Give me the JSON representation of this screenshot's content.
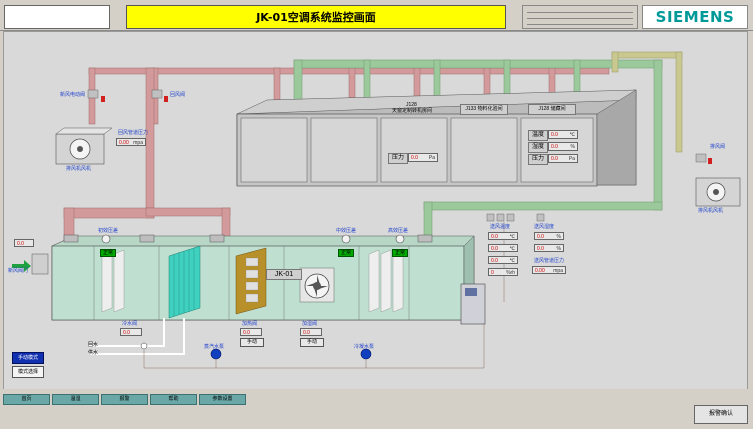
{
  "header": {
    "title": "JK-01空调系统监控画面",
    "brand": "SIEMENS"
  },
  "unit_label": "JK-01",
  "rooms": {
    "room1": "J128",
    "room1_sub": "天窗定制转机房间",
    "room2": "J133 物料化验间",
    "room3": "J128 储藏间",
    "pressure_label": "压力",
    "pressure_value": "0.0",
    "pressure_unit": "Pa",
    "temp_label": "温度",
    "temp_value": "0.0",
    "temp_unit": "℃",
    "humid_label": "湿度",
    "humid_value": "0.0",
    "humid_unit": "%",
    "press2_label": "压力",
    "press2_value": "0.0",
    "press2_unit": "Pa"
  },
  "left": {
    "valve1": "新风电动阀",
    "valve2": "回风阀",
    "fan_label": "排风机风机",
    "duct_pressure_label": "回风管道压力",
    "duct_pressure_value": "0.00",
    "duct_pressure_unit": "mpa",
    "mode_value": "0.0",
    "fresh_valve_label": "新风阀门"
  },
  "right": {
    "valve": "排风阀",
    "fan_label": "排风机风机",
    "temp_label": "送风温度",
    "humid_label": "送风湿度",
    "pressure_label": "送风管道压力",
    "v0": "0.0",
    "u_temp": "℃",
    "u_humid": "%",
    "pressure_value": "0.00",
    "pressure_unit": "mpa",
    "v_small": "0",
    "u_small": "%rh"
  },
  "unit": {
    "filter1": "初效压差",
    "filter2": "中效压差",
    "filter3": "高效压差",
    "status": "正常",
    "manual": "手动",
    "valve_label": "冷水阀",
    "valve_value": "0.0",
    "heater_label": "加热阀",
    "heater_value": "0.0",
    "humidifier_label": "加湿阀",
    "pump1": "蒸汽水泵",
    "pump2": "冷凝水泵",
    "line1": "回水",
    "line2": "供水"
  },
  "controls": {
    "mode_btn": "手动模式",
    "select_btn": "模式选择"
  },
  "tabs": [
    "首页",
    "温湿",
    "报警",
    "帮助",
    "参数设置"
  ],
  "alarm_confirm": "报警确认",
  "colors": {
    "title_bg": "#ffff00",
    "brand": "#009999",
    "return_duct": "#d29a9a",
    "supply_duct": "#9cc99c",
    "exhaust_duct": "#c8c890"
  }
}
